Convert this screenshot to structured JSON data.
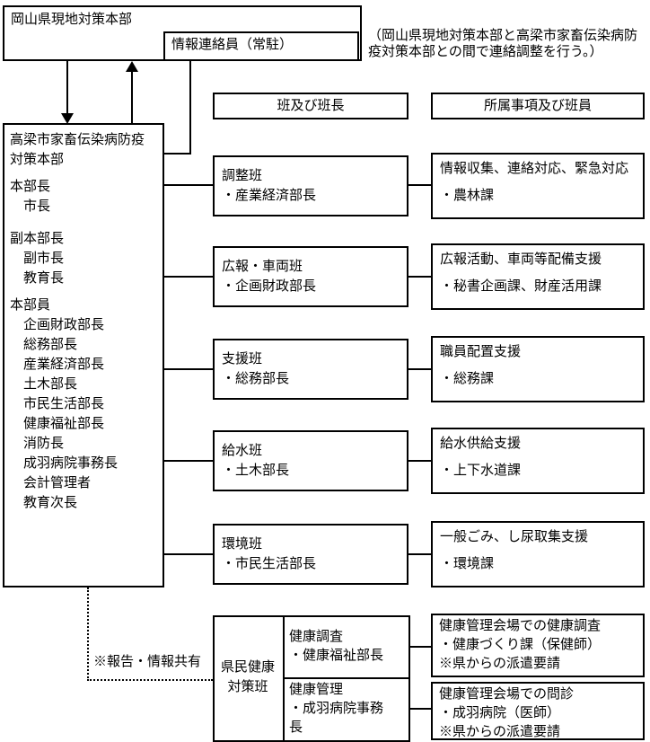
{
  "pref_hq": {
    "label": "岡山県現地対策本部"
  },
  "liaison": {
    "label": "情報連絡員（常駐）"
  },
  "note": {
    "line1": "（岡山県現地対策本部と高梁市家畜伝染病防",
    "line2": "疫対策本部との間で連絡調整を行う。）"
  },
  "city_hq": {
    "title_line1": "高梁市家畜伝染病防疫",
    "title_line2": "対策本部",
    "sections": [
      {
        "role": "本部長",
        "members": [
          "市長"
        ]
      },
      {
        "role": "副本部長",
        "members": [
          "副市長",
          "教育長"
        ]
      },
      {
        "role": "本部員",
        "members": [
          "企画財政部長",
          "総務部長",
          "産業経済部長",
          "土木部長",
          "市民生活部長",
          "健康福祉部長",
          "消防長",
          "成羽病院事務長",
          "会計管理者",
          "教育次長"
        ]
      }
    ]
  },
  "column_headers": {
    "teams": "班及び班長",
    "duties": "所属事項及び班員"
  },
  "teams": [
    {
      "name": "調整班",
      "leader": "・産業経済部長",
      "duty": "情報収集、連絡対応、緊急対応",
      "members": "・農林課"
    },
    {
      "name": "広報・車両班",
      "leader": "・企画財政部長",
      "duty": "広報活動、車両等配備支援",
      "members": "・秘書企画課、財産活用課"
    },
    {
      "name": "支援班",
      "leader": "・総務部長",
      "duty": "職員配置支援",
      "members": "・総務課"
    },
    {
      "name": "給水班",
      "leader": "・土木部長",
      "duty": "給水供給支援",
      "members": "・上下水道課"
    },
    {
      "name": "環境班",
      "leader": "・市民生活部長",
      "duty": "一般ごみ、し尿取集支援",
      "members": "・環境課"
    }
  ],
  "health_team": {
    "group_line1": "県民健康",
    "group_line2": "対策班",
    "subteams": [
      {
        "name": "健康調査",
        "leader": "・健康福祉部長",
        "duty": "健康管理会場での健康調査",
        "members": "・健康づくり課（保健師）",
        "note": "※県からの派遣要請"
      },
      {
        "name": "健康管理",
        "leader": "・成羽病院事務長",
        "duty": "健康管理会場での問診",
        "members": "・成羽病院（医師）",
        "note": "※県からの派遣要請"
      }
    ]
  },
  "annotations": {
    "report_share": "※報告・情報共有"
  }
}
